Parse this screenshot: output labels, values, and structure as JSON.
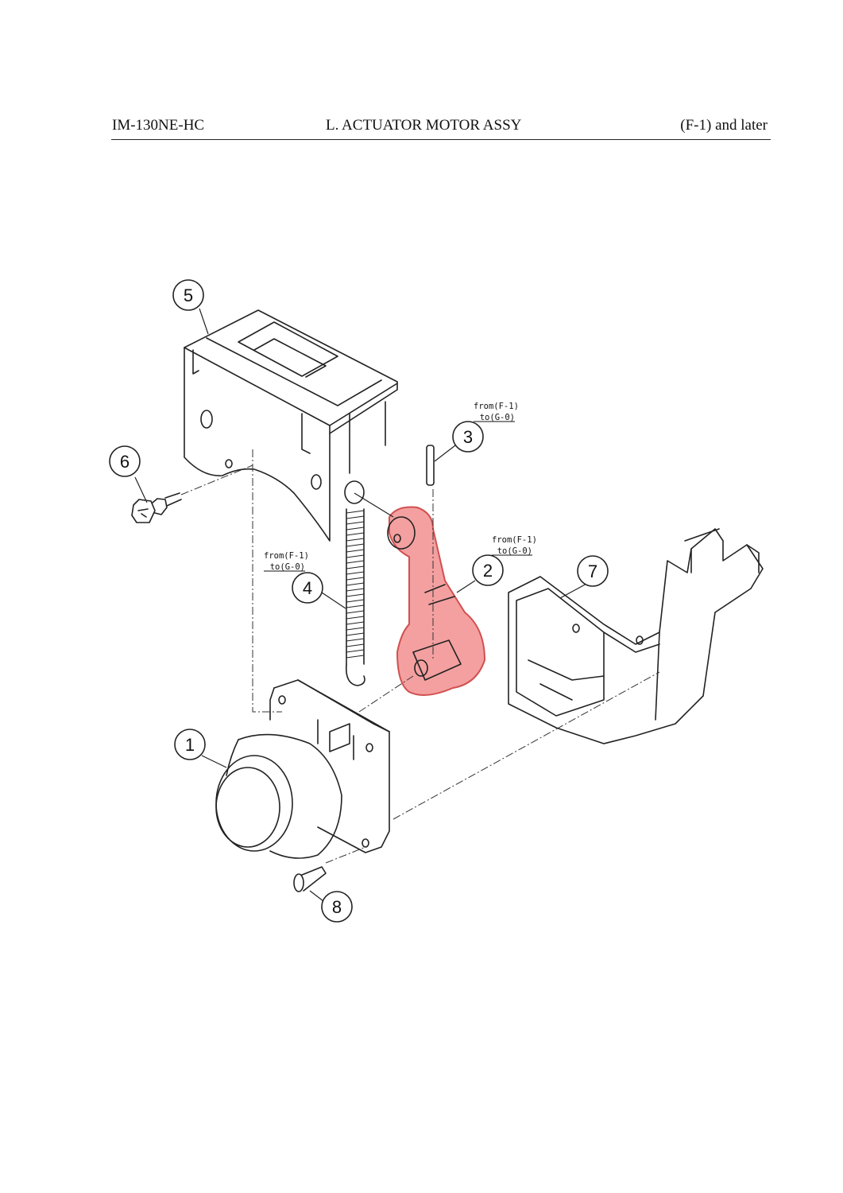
{
  "header": {
    "model": "IM-130NE-HC",
    "title": "L. ACTUATOR MOTOR ASSY",
    "serial_range": "(F-1) and later"
  },
  "callouts": {
    "c1": "1",
    "c2": "2",
    "c3": "3",
    "c4": "4",
    "c5": "5",
    "c6": "6",
    "c7": "7",
    "c8": "8"
  },
  "notes": {
    "part3": {
      "from": "from(F-1)",
      "to": "to(G-0)"
    },
    "part2": {
      "from": "from(F-1)",
      "to": "to(G-0)"
    },
    "part4": {
      "from": "from(F-1)",
      "to": "to(G-0)"
    }
  },
  "colors": {
    "highlight": "#f08080",
    "line": "#222222"
  }
}
